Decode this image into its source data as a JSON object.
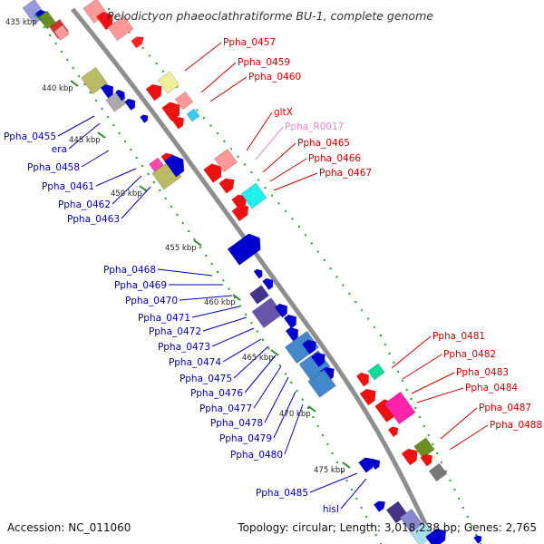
{
  "title": "Pelodictyon phaeoclathratiforme BU-1, complete genome",
  "footer": {
    "accession": "Accession: NC_011060",
    "topology": "Topology: circular; Length: 3,018,238 bp; Genes: 2,765"
  },
  "colors": {
    "backbone": "#8e8e8e",
    "forward_label": "#cc0000",
    "reverse_label": "#0000aa",
    "rna_label": "#ee88cc",
    "tick": "#2a8a2a",
    "dots": "#33aa33"
  },
  "kbp_markers": [
    "435 kbp",
    "440 kbp",
    "445 kbp",
    "450 kbp",
    "455 kbp",
    "460 kbp",
    "465 kbp",
    "470 kbp",
    "475 kbp"
  ],
  "forward_labels": [
    "Ppha_0457",
    "Ppha_0459",
    "Ppha_0460",
    "gltX",
    "Ppha_R0017",
    "Ppha_0465",
    "Ppha_0466",
    "Ppha_0467",
    "Ppha_0481",
    "Ppha_0482",
    "Ppha_0483",
    "Ppha_0484",
    "Ppha_0487",
    "Ppha_0488"
  ],
  "reverse_labels": [
    "Ppha_0455",
    "era",
    "Ppha_0458",
    "Ppha_0461",
    "Ppha_0462",
    "Ppha_0463",
    "Ppha_0468",
    "Ppha_0469",
    "Ppha_0470",
    "Ppha_0471",
    "Ppha_0472",
    "Ppha_0473",
    "Ppha_0474",
    "Ppha_0475",
    "Ppha_0476",
    "Ppha_0477",
    "Ppha_0478",
    "Ppha_0479",
    "Ppha_0480",
    "Ppha_0485",
    "hisI"
  ]
}
